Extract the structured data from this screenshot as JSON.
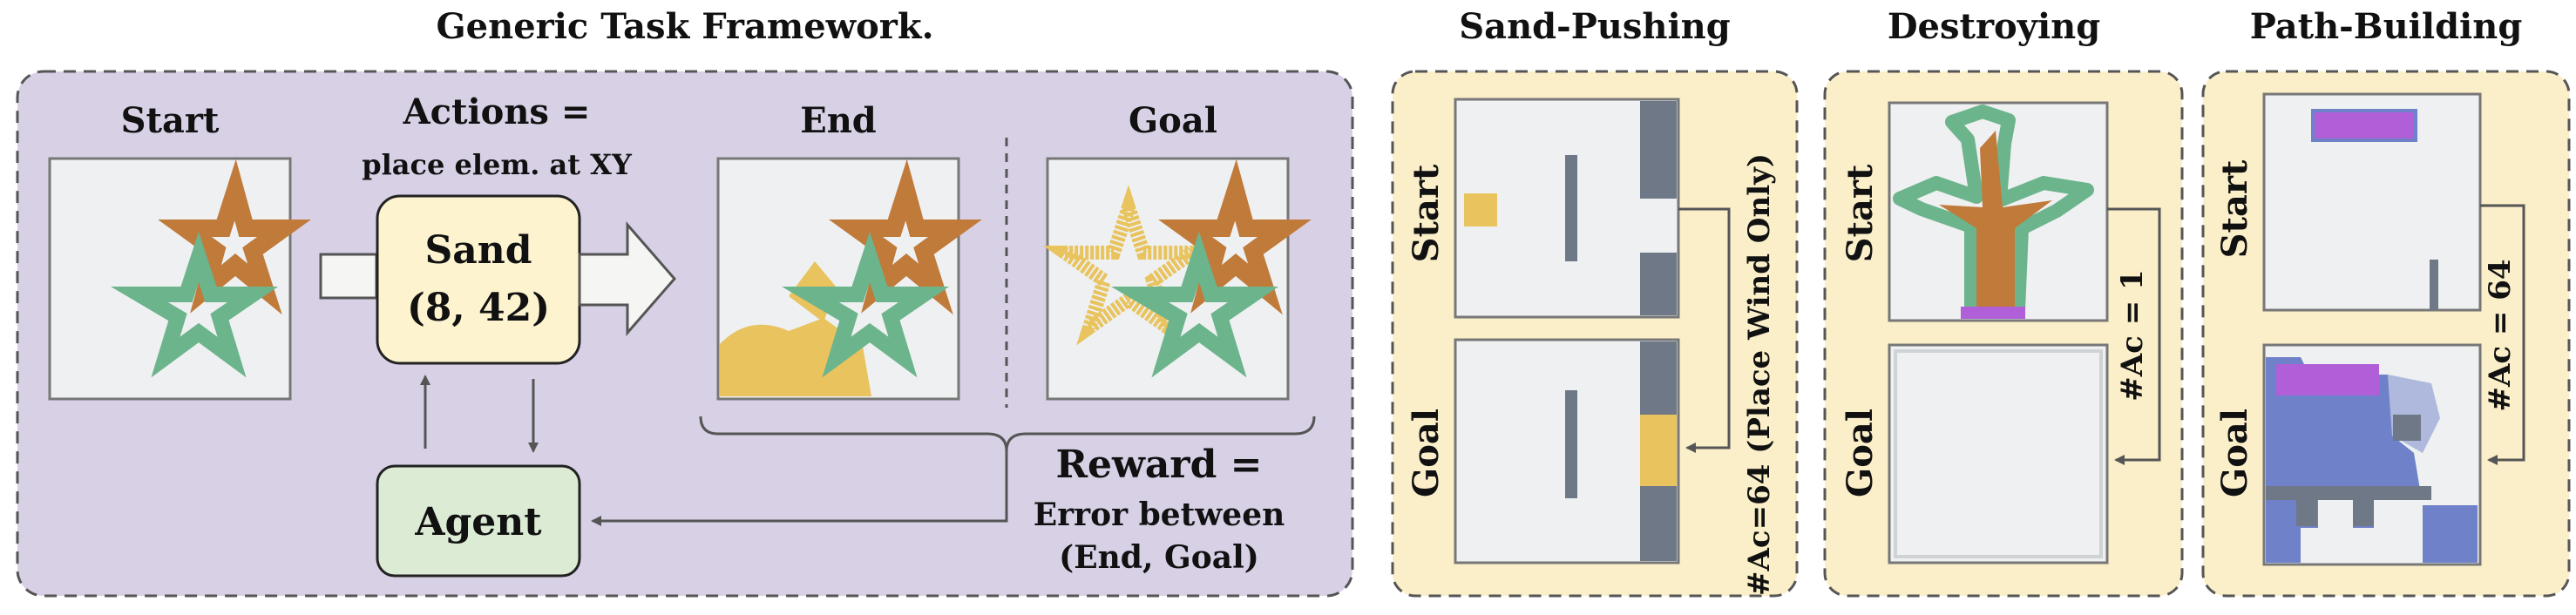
{
  "framework": {
    "title": "Generic Task Framework.",
    "start_label": "Start",
    "actions_line1": "Actions =",
    "actions_line2": "place elem. at XY",
    "sand_line1": "Sand",
    "sand_line2": "(8, 42)",
    "end_label": "End",
    "goal_label": "Goal",
    "agent_label": "Agent",
    "reward_line1": "Reward =",
    "reward_line2": "Error between",
    "reward_line3": "(End, Goal)"
  },
  "sand_pushing": {
    "title": "Sand-Pushing",
    "start_label": "Start",
    "goal_label": "Goal",
    "action_count": "#Ac=64 (Place Wind Only)"
  },
  "destroying": {
    "title": "Destroying",
    "start_label": "Start",
    "goal_label": "Goal",
    "action_count": "#Ac = 1"
  },
  "path_building": {
    "title": "Path-Building",
    "start_label": "Start",
    "goal_label": "Goal",
    "action_count": "#Ac = 64"
  },
  "colors": {
    "framework_bg": "#d8d1e6",
    "panel_bg": "#fbefc9",
    "sand": "#e8c35e",
    "star_orange": "#c07a3a",
    "star_green": "#6cb48c",
    "wall": "#6e7887",
    "water": "#6f82c9",
    "purple": "#b05fd8",
    "agent_box": "#dcebd4",
    "sand_box": "#fdf3cf",
    "grid_bg": "#eef0f1"
  }
}
